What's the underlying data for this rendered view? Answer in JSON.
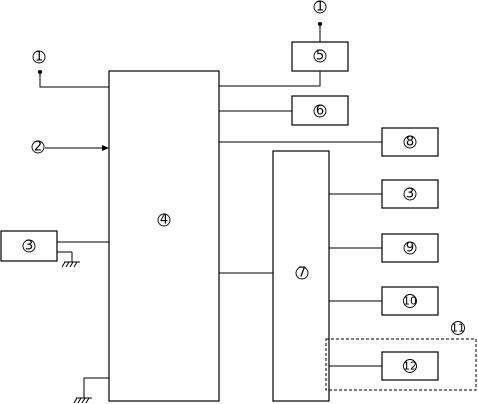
{
  "labels": {
    "n1": "1",
    "n2": "2",
    "n3": "3",
    "n4": "4",
    "n5": "5",
    "n6": "6",
    "n7": "7",
    "n8": "8",
    "n9": "9",
    "n10": "10",
    "n11": "11",
    "n12": "12"
  }
}
